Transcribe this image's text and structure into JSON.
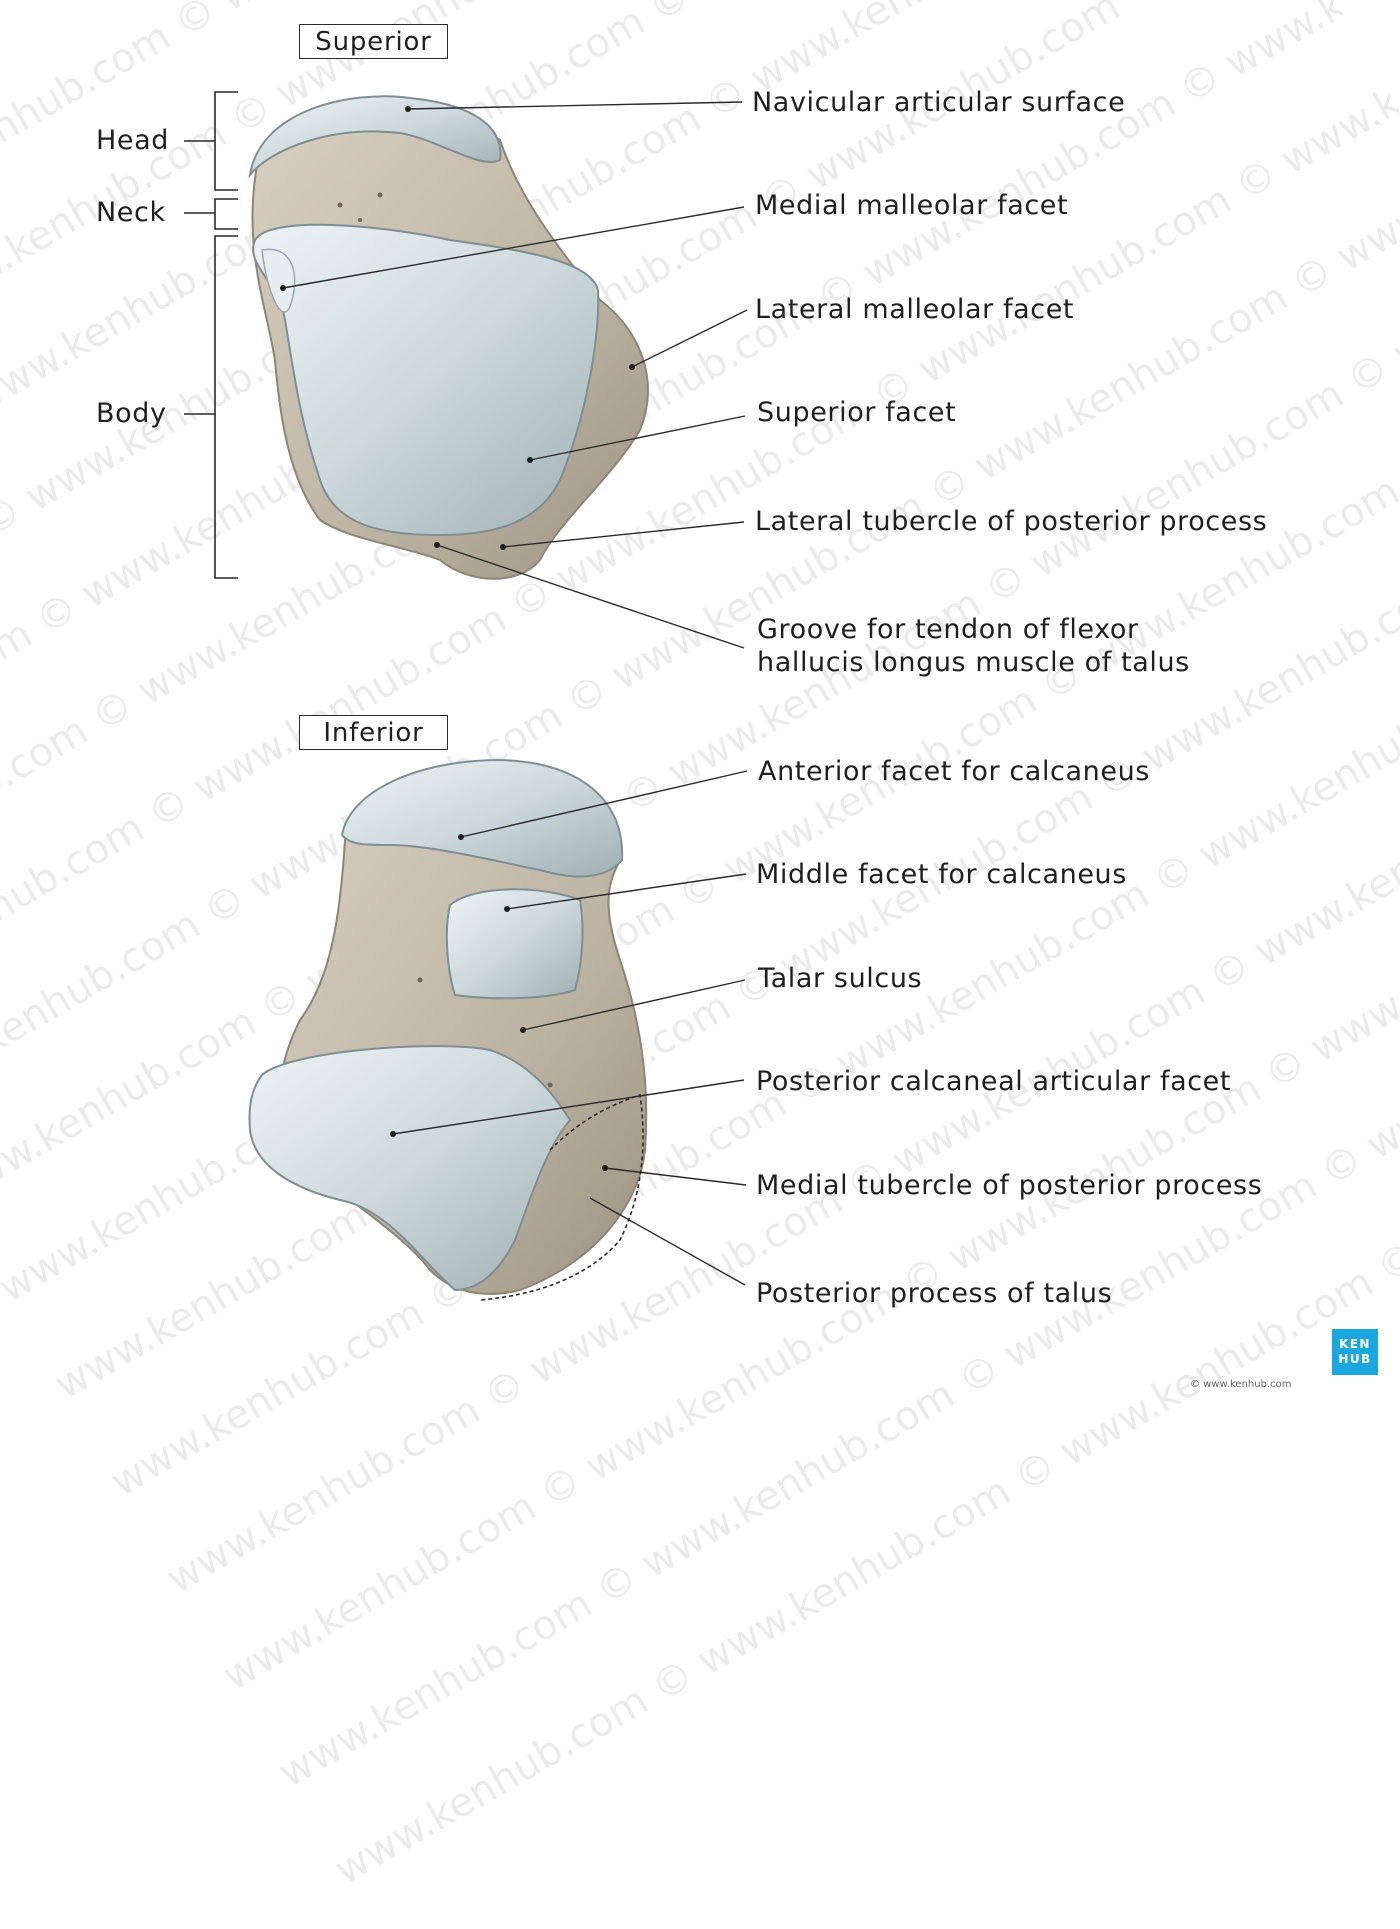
{
  "views": {
    "superior": "Superior",
    "inferior": "Inferior"
  },
  "regions": {
    "head": "Head",
    "neck": "Neck",
    "body": "Body"
  },
  "superior_labels": [
    "Navicular articular surface",
    "Medial malleolar facet",
    "Lateral malleolar facet",
    "Superior facet",
    "Lateral tubercle of posterior process",
    "Groove for tendon of flexor",
    "hallucis longus muscle of talus"
  ],
  "inferior_labels": [
    "Anterior facet for calcaneus",
    "Middle facet for calcaneus",
    "Talar sulcus",
    "Posterior calcaneal articular facet",
    "Medial tubercle of posterior process",
    "Posterior process of talus"
  ],
  "watermark": "www.kenhub.com ©",
  "logo": {
    "line1": "KEN",
    "line2": "HUB"
  },
  "credit": "© www.kenhub.com",
  "colors": {
    "cartilage": "#cdd9dc",
    "bone": "#bdb3a2",
    "logo": "#1aa7e0"
  }
}
